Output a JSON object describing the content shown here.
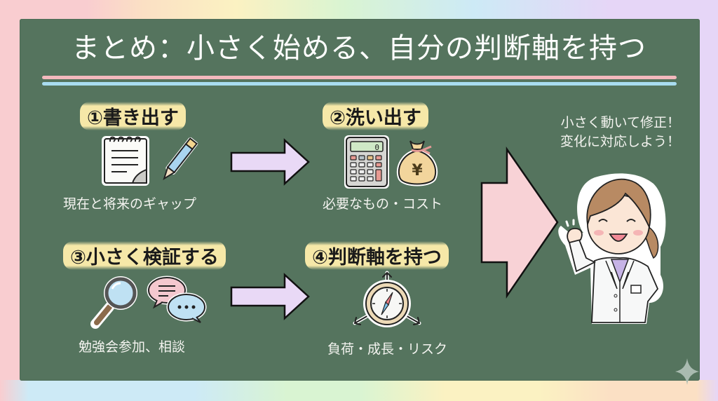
{
  "title": "まとめ：小さく始める、自分の判断軸を持つ",
  "steps": [
    {
      "label": "①書き出す",
      "caption": "現在と将来のギャップ",
      "icons": [
        "notepad-icon",
        "pen-icon"
      ]
    },
    {
      "label": "②洗い出す",
      "caption": "必要なもの・コスト",
      "icons": [
        "calculator-icon",
        "money-bag-icon"
      ]
    },
    {
      "label": "③小さく検証する",
      "caption": "勉強会参加、相談",
      "icons": [
        "magnifier-icon",
        "speech-bubbles-icon"
      ]
    },
    {
      "label": "④判断軸を持つ",
      "caption": "負荷・成長・リスク",
      "icons": [
        "compass-icon"
      ]
    }
  ],
  "calculator_display": "0",
  "money_symbol": "¥",
  "speech": {
    "line1": "小さく動いて修正！",
    "line2": "変化に対応しよう！"
  },
  "colors": {
    "board": "#55745e",
    "label_highlight": "#f6e8a8",
    "small_arrow": "#e9d9f6",
    "big_arrow": "#f8d2d6",
    "underline_pink": "#f3b9bd",
    "underline_blue": "#a9dcf0"
  }
}
